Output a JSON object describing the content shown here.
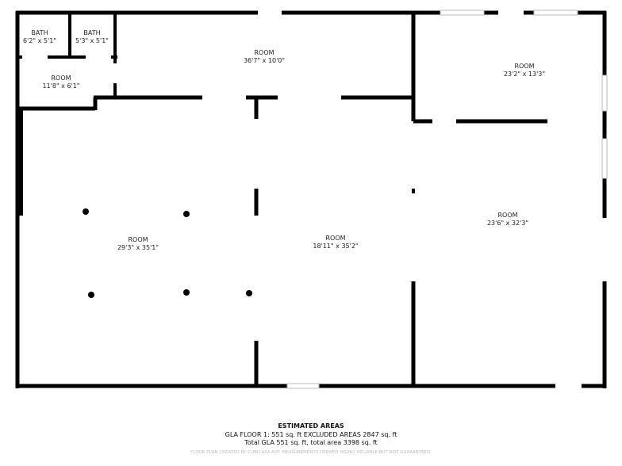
{
  "rooms": [
    {
      "name": "BATH",
      "size": "6'2\" x 5'1\""
    },
    {
      "name": "BATH",
      "size": "5'3\" x 5'1\""
    },
    {
      "name": "ROOM",
      "size": "11'8\" x 6'1\""
    },
    {
      "name": "ROOM",
      "size": "36'7\" x 10'0\""
    },
    {
      "name": "ROOM",
      "size": "23'2\" x 13'3\""
    },
    {
      "name": "ROOM",
      "size": "29'3\" x 35'1\""
    },
    {
      "name": "ROOM",
      "size": "18'11\" x 35'2\""
    },
    {
      "name": "ROOM",
      "size": "23'6\" x 32'3\""
    }
  ],
  "footer": {
    "title": "ESTIMATED AREAS",
    "line1": "GLA FLOOR 1: 551 sq. ft EXCLUDED AREAS 2847 sq. ft",
    "line2": "Total GLA 551 sq. ft, total area 3398 sq. ft",
    "disclaimer": "FLOOR PLAN CREATED BY CUBICASA APP. MEASUREMENTS DEEMED HIGHLY RELIABLE BUT NOT GUARANTEED."
  },
  "colors": {
    "wall": "#000000",
    "window": "#cccccc"
  }
}
